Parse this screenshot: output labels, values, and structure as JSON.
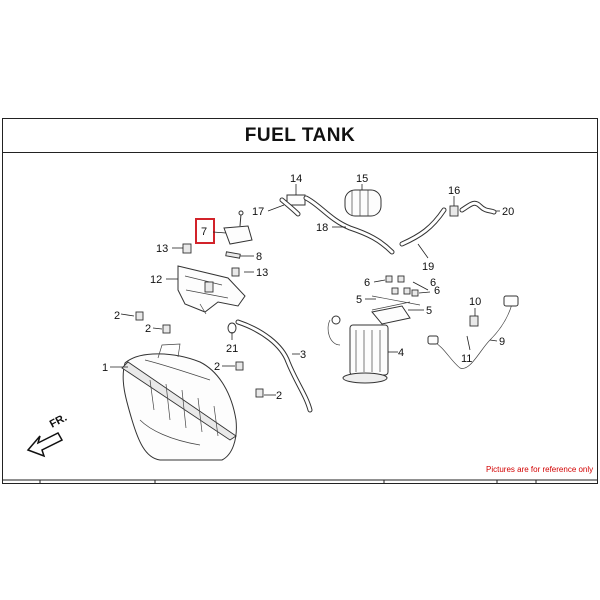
{
  "title": "FUEL TANK",
  "disclaimer": "Pictures are for reference only",
  "highlight_color": "#d2232a",
  "direction_label": "FR.",
  "callouts": [
    "1",
    "2",
    "2",
    "2",
    "2",
    "3",
    "4",
    "5",
    "5",
    "6",
    "6",
    "6",
    "7",
    "8",
    "9",
    "10",
    "11",
    "12",
    "13",
    "13",
    "14",
    "15",
    "16",
    "17",
    "18",
    "19",
    "20",
    "21"
  ]
}
